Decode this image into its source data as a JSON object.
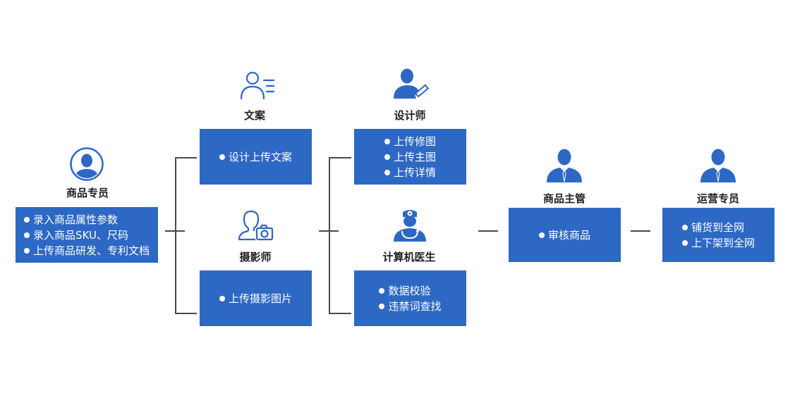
{
  "colors": {
    "box_fill": "#2d68c4",
    "icon_blue": "#2d68c4",
    "connector": "#4a4a4a"
  },
  "nodes": {
    "product_specialist": {
      "title": "商品专员",
      "icon": "user-circle-icon",
      "items": [
        "录入商品属性参数",
        "录入商品SKU、尺码",
        "上传商品研发、专利文档"
      ]
    },
    "copywriter": {
      "title": "文案",
      "icon": "user-list-icon",
      "items": [
        "设计上传文案"
      ]
    },
    "photographer": {
      "title": "摄影师",
      "icon": "user-camera-icon",
      "items": [
        "上传摄影图片"
      ]
    },
    "designer": {
      "title": "设计师",
      "icon": "user-pen-icon",
      "items": [
        "上传修图",
        "上传主图",
        "上传详情"
      ]
    },
    "computer_doctor": {
      "title": "计算机医生",
      "icon": "doctor-icon",
      "items": [
        "数据校验",
        "违禁词查找"
      ]
    },
    "product_supervisor": {
      "title": "商品主管",
      "icon": "businessman-icon",
      "items": [
        "审核商品"
      ]
    },
    "operations_specialist": {
      "title": "运营专员",
      "icon": "businessman-icon",
      "items": [
        "铺货到全网",
        "上下架到全网"
      ]
    }
  }
}
